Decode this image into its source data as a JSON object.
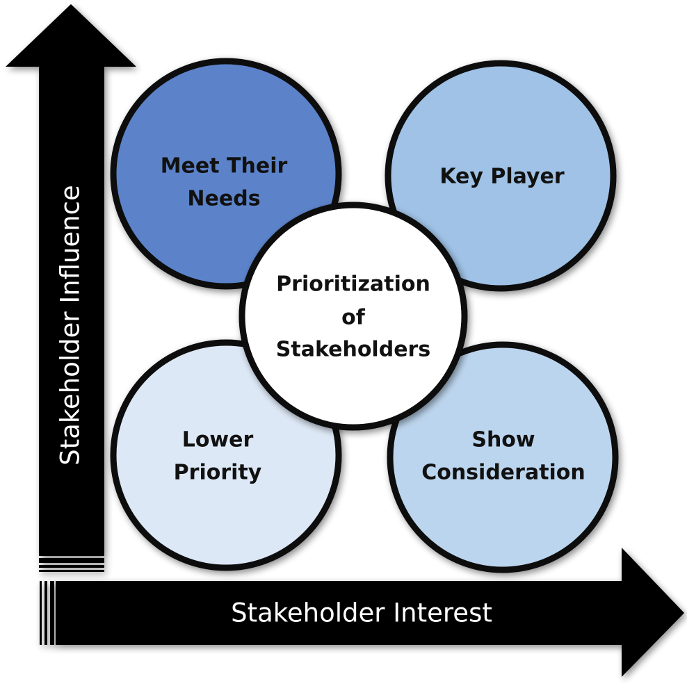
{
  "diagram": {
    "y_axis_label": "Stakeholder Influence",
    "x_axis_label": "Stakeholder Interest",
    "center": {
      "line1": "Prioritization",
      "line2": "of",
      "line3": "Stakeholders",
      "color": "#ffffff"
    },
    "quadrants": [
      {
        "id": "top-left",
        "line1": "Meet Their",
        "line2": "Needs",
        "color": "#5b83c9"
      },
      {
        "id": "top-right",
        "line1": "Key Player",
        "line2": "",
        "color": "#9fc2e6"
      },
      {
        "id": "bottom-left",
        "line1": "Lower",
        "line2": "Priority",
        "color": "#dde8f6"
      },
      {
        "id": "bottom-right",
        "line1": "Show",
        "line2": "Consideration",
        "color": "#bcd5ee"
      }
    ],
    "arrow_color": "#000000",
    "outline_color": "#0a0a0a"
  }
}
